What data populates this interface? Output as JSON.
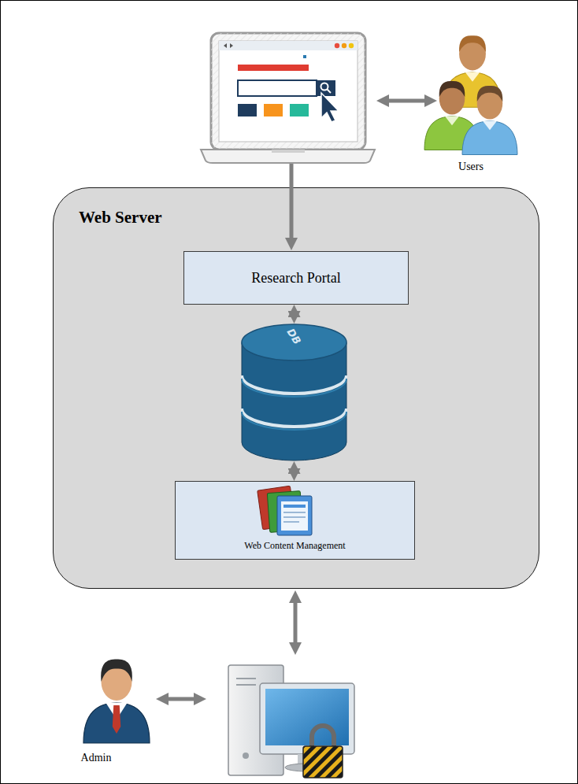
{
  "diagram": {
    "nodes": [
      {
        "text": [
          "Web Server"
        ]
      },
      {
        "text": [
          "Research Portal"
        ],
        "in": 0
      },
      {
        "text": [
          "DB"
        ],
        "in": 0
      },
      {
        "text": [
          "Web Content Management"
        ],
        "in": 0
      }
    ],
    "edges": [
      {
        "from": 1,
        "to": 2,
        "arrow": "both"
      },
      {
        "from": 2,
        "to": 3,
        "arrow": "both"
      }
    ],
    "labels": [
      "Users",
      "Admin"
    ]
  }
}
